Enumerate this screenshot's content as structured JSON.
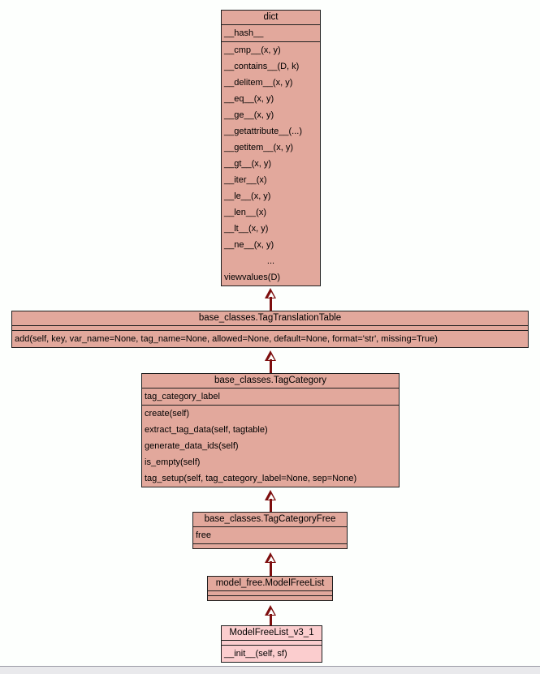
{
  "diagram": {
    "type": "uml-class-inheritance",
    "colors": {
      "background": "#fdfffd",
      "node_fill": "#e2a89c",
      "highlight_fill": "#fbcdce",
      "border": "#1f1f1f",
      "arrow": "#7d0e0e",
      "strip": "#e9e9ec",
      "strip_line": "#9c9ca6"
    },
    "classes": [
      {
        "id": "dict",
        "title": "dict",
        "attributes": [
          "__hash__"
        ],
        "methods": [
          "__cmp__(x, y)",
          "__contains__(D, k)",
          "__delitem__(x, y)",
          "__eq__(x, y)",
          "__ge__(x, y)",
          "__getattribute__(...)",
          "__getitem__(x, y)",
          "__gt__(x, y)",
          "__iter__(x)",
          "__le__(x, y)",
          "__len__(x)",
          "__lt__(x, y)",
          "__ne__(x, y)",
          "...",
          "viewvalues(D)"
        ]
      },
      {
        "id": "tag-translation-table",
        "title": "base_classes.TagTranslationTable",
        "attributes": [],
        "methods": [
          "add(self, key, var_name=None, tag_name=None, allowed=None, default=None, format='str', missing=True)"
        ]
      },
      {
        "id": "tag-category",
        "title": "base_classes.TagCategory",
        "attributes": [
          "tag_category_label"
        ],
        "methods": [
          "create(self)",
          "extract_tag_data(self, tagtable)",
          "generate_data_ids(self)",
          "is_empty(self)",
          "tag_setup(self, tag_category_label=None, sep=None)"
        ]
      },
      {
        "id": "tag-category-free",
        "title": "base_classes.TagCategoryFree",
        "attributes": [
          "free"
        ],
        "methods": []
      },
      {
        "id": "model-free-list",
        "title": "model_free.ModelFreeList",
        "attributes": [],
        "methods": []
      },
      {
        "id": "model-free-list-v3-1",
        "title": "ModelFreeList_v3_1",
        "attributes": [],
        "methods": [
          "__init__(self, sf)"
        ],
        "highlighted": true
      }
    ],
    "edges": [
      {
        "from": "base_classes.TagTranslationTable",
        "to": "dict",
        "relation": "inherits"
      },
      {
        "from": "base_classes.TagCategory",
        "to": "base_classes.TagTranslationTable",
        "relation": "inherits"
      },
      {
        "from": "base_classes.TagCategoryFree",
        "to": "base_classes.TagCategory",
        "relation": "inherits"
      },
      {
        "from": "model_free.ModelFreeList",
        "to": "base_classes.TagCategoryFree",
        "relation": "inherits"
      },
      {
        "from": "ModelFreeList_v3_1",
        "to": "model_free.ModelFreeList",
        "relation": "inherits"
      }
    ]
  }
}
